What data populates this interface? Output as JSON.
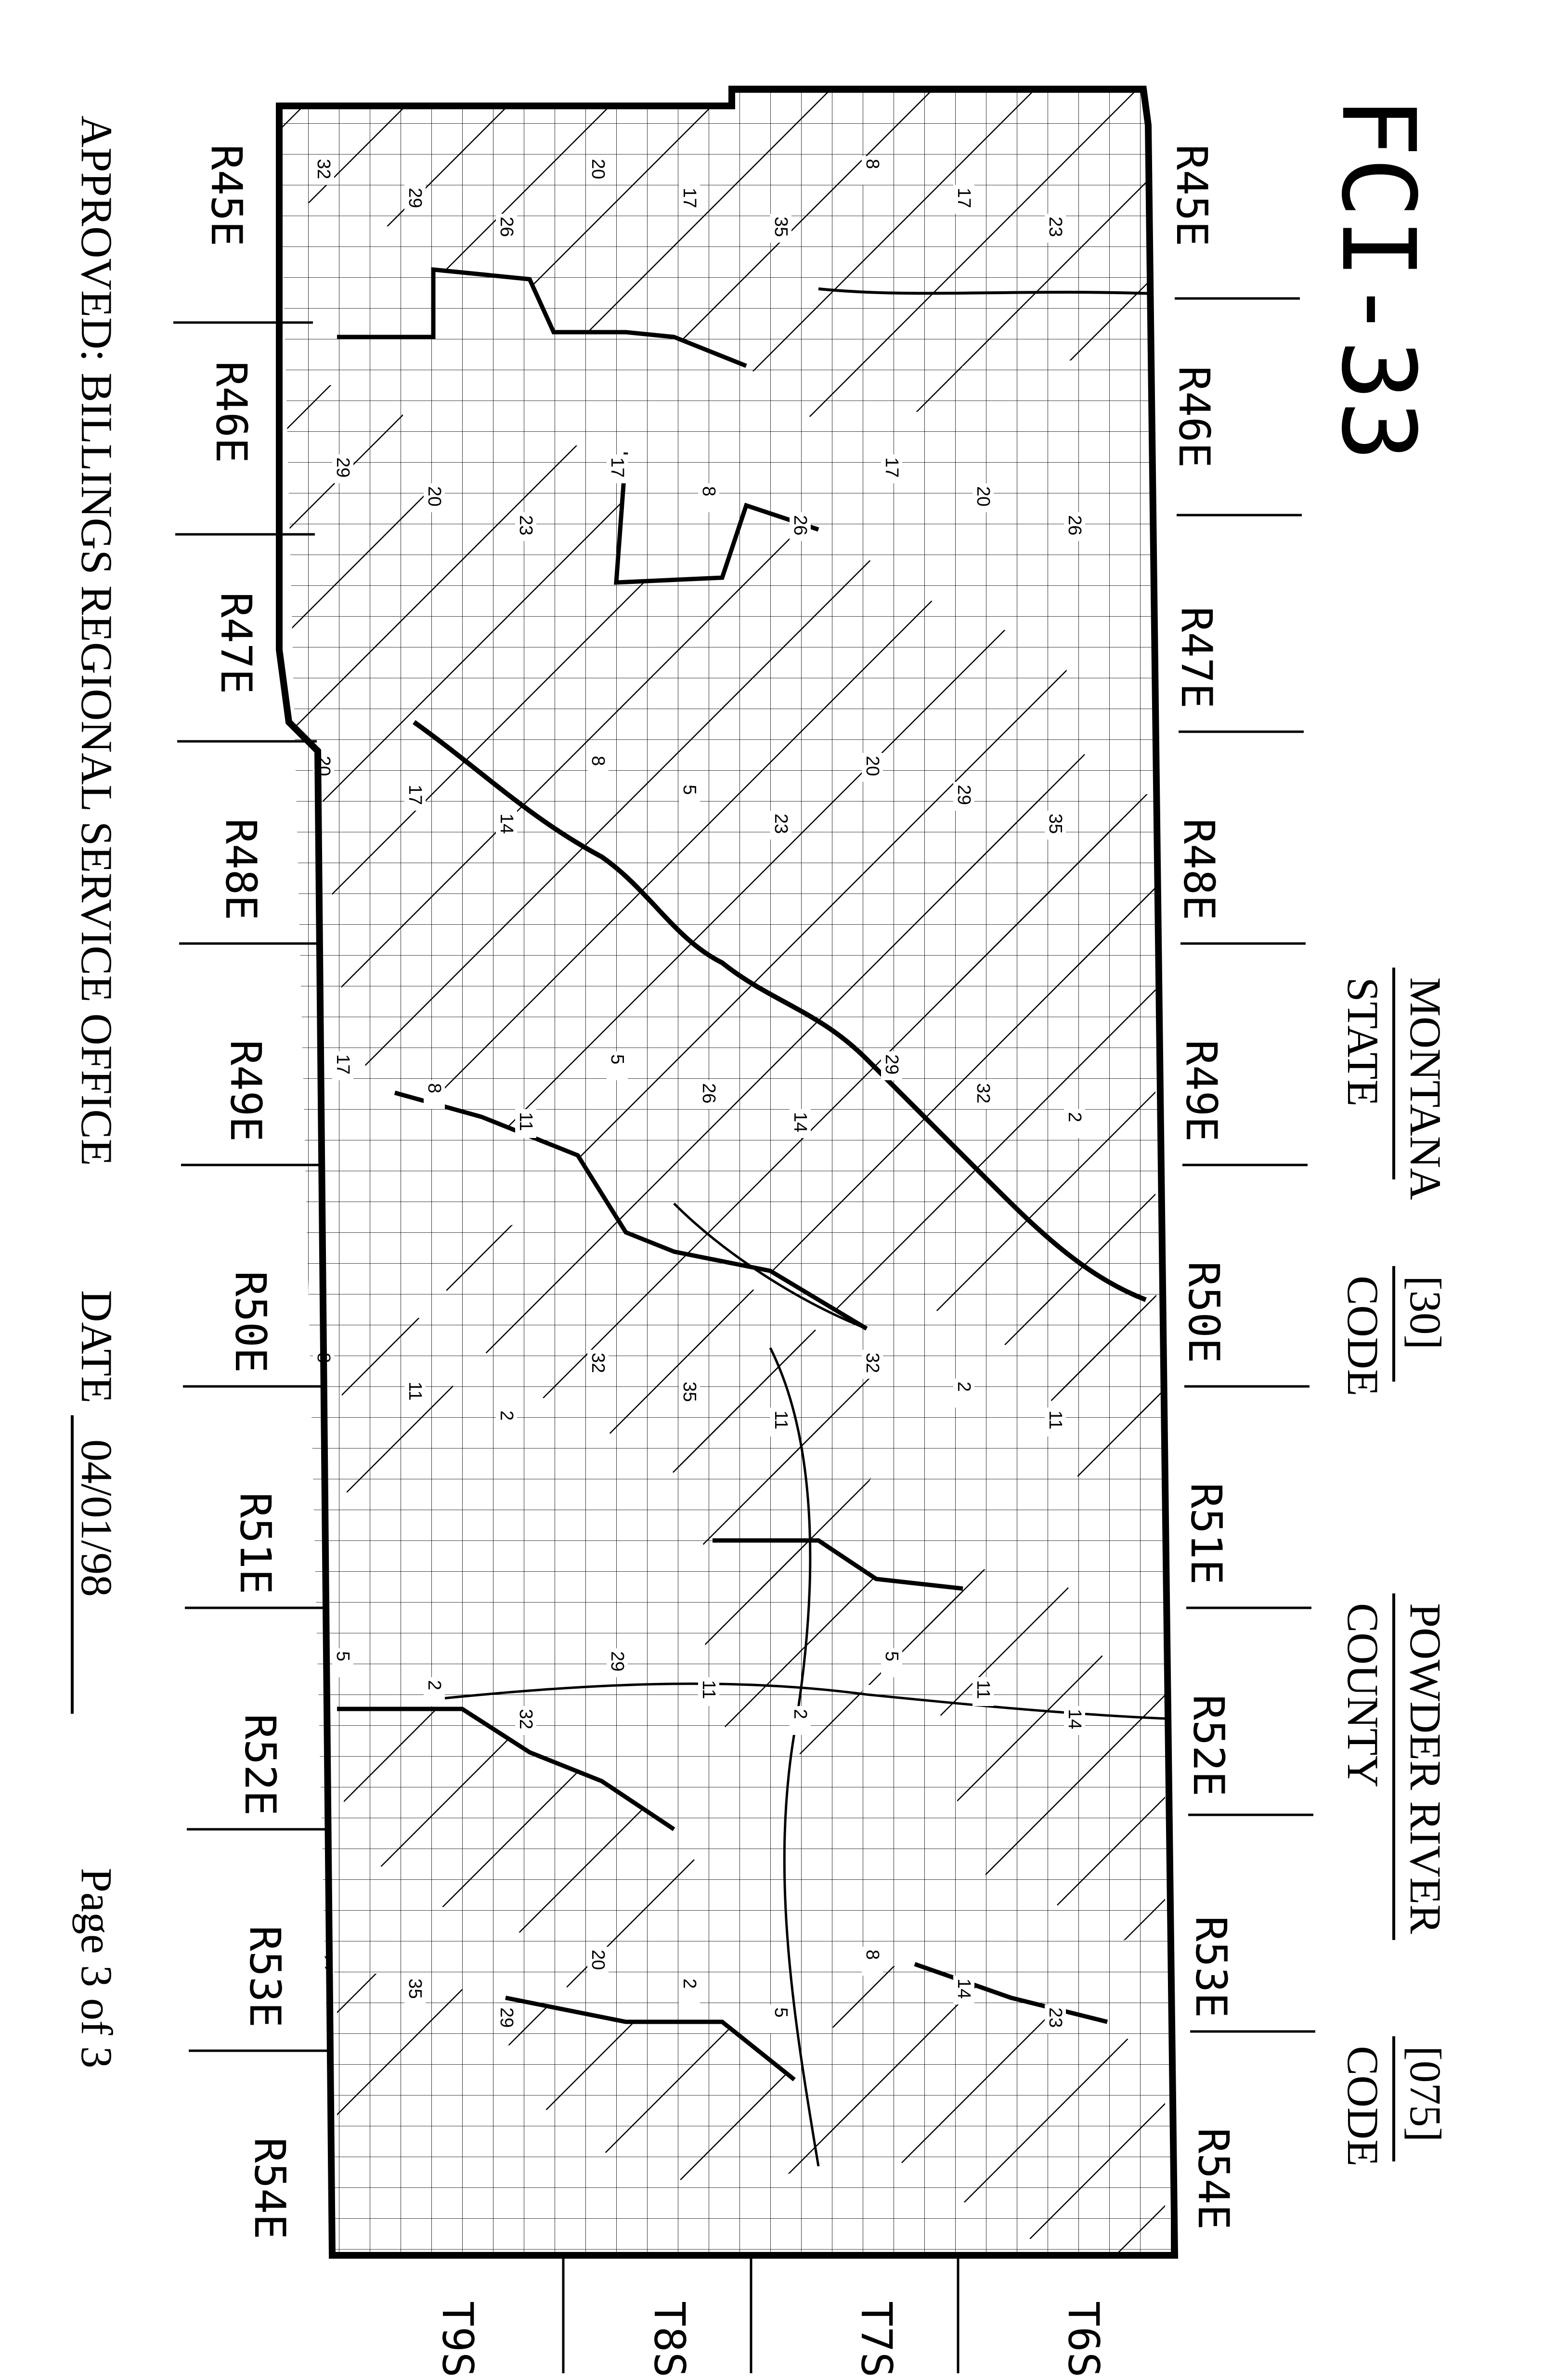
{
  "title": "FCI-33",
  "state": {
    "name": "MONTANA",
    "label": "STATE",
    "code": "[30]",
    "code_label": "CODE"
  },
  "county": {
    "name": "POWDER RIVER",
    "label": "COUNTY",
    "code": "[075]",
    "code_label": "CODE"
  },
  "ranges_top": [
    "R45E",
    "R46E",
    "R47E",
    "R48E",
    "R49E",
    "R50E",
    "R51E",
    "R52E",
    "R53E",
    "R54E"
  ],
  "ranges_bottom": [
    "R45E",
    "R46E",
    "R47E",
    "R48E",
    "R49E",
    "R50E",
    "R51E",
    "R52E",
    "R53E",
    "R54E"
  ],
  "townships": [
    "T6S",
    "T7S",
    "T8S",
    "T9S"
  ],
  "approved": "APPROVED: BILLINGS REGIONAL SERVICE OFFICE",
  "date_label": "DATE",
  "date_value": "04/01/98",
  "page_label": "Page 3 of 3",
  "section_labels": [
    "32",
    "29",
    "20",
    "17",
    "8",
    "5",
    "32",
    "29",
    "20",
    "17",
    "8",
    "11",
    "2",
    "35",
    "26",
    "23",
    "14",
    "11",
    "2",
    "32",
    "29",
    "20",
    "17",
    "8",
    "5",
    "32",
    "29",
    "20",
    "17",
    "8",
    "5",
    "26",
    "35",
    "11",
    "2",
    "35",
    "26",
    "23",
    "14",
    "11",
    "2",
    "5",
    "8",
    "17",
    "20",
    "29",
    "32",
    "5",
    "8",
    "17",
    "20",
    "29",
    "32",
    "2",
    "11",
    "14",
    "23",
    "26",
    "35",
    "2",
    "11",
    "14",
    "23",
    "26",
    "35"
  ]
}
